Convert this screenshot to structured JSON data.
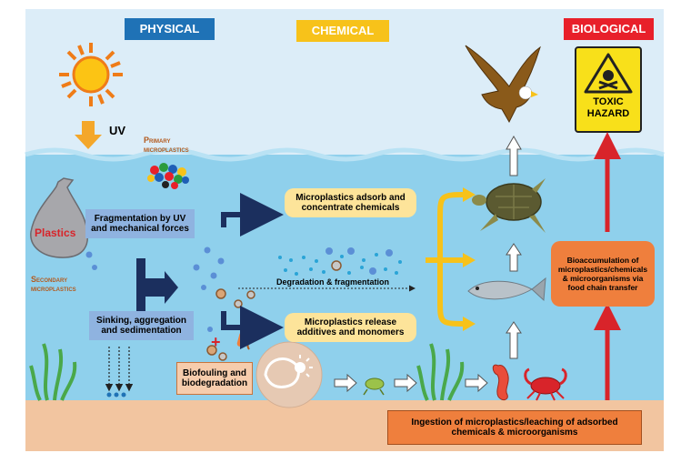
{
  "headers": {
    "physical": "PHYSICAL",
    "chemical": "CHEMICAL",
    "biological": "BIOLOGICAL"
  },
  "labels": {
    "uv": "UV",
    "primary_microplastics": "Primary\nmicroplastics",
    "secondary_microplastics": "Secondary\nmicroplastics",
    "plastics": "Plastics",
    "degradation": "Degradation & fragmentation",
    "toxic_hazard": "TOXIC\nHAZARD"
  },
  "boxes": {
    "fragmentation": "Fragmentation by UV\nand mechanical forces",
    "sinking": "Sinking, aggregation\nand sedimentation",
    "biofouling": "Biofouling and\nbiodegradation",
    "adsorb": "Microplastics adsorb and\nconcentrate chemicals",
    "release": "Microplastics release\nadditives and monomers",
    "bioaccumulation": "Bioaccumulation of\nmicroplastics/chemicals\n& microorganisms via\nfood chain transfer",
    "ingestion": "Ingestion of microplastics/leaching of adsorbed\nchemicals & microorganisms"
  },
  "colors": {
    "sky": "#dcedf8",
    "water": "#8fd0ec",
    "seabed": "#f2c5a0",
    "physical_header": "#1f72b6",
    "chemical_header": "#f7c21a",
    "biological_header": "#e8202a",
    "blue_box": "#8fb3e0",
    "yellow_box": "#fde49a",
    "orange_box": "#ef7f3d",
    "navy_arrow": "#1b2f5e",
    "red_arrow": "#d8242a"
  }
}
